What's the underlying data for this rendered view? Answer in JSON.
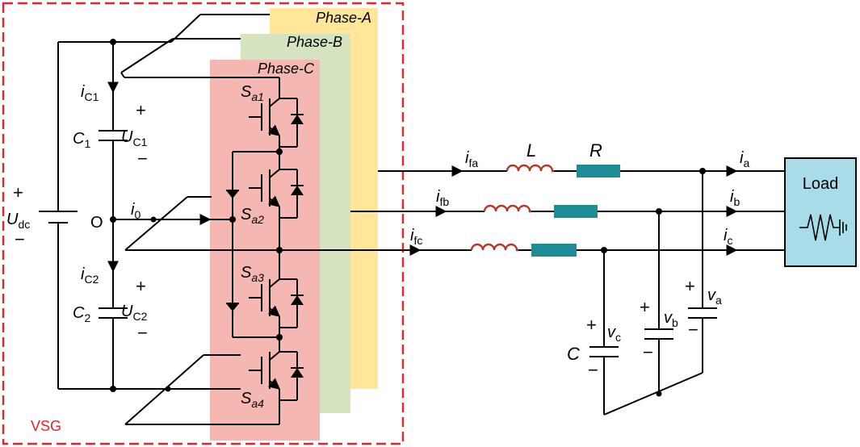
{
  "phase_labels": {
    "a": "Phase-A",
    "b": "Phase-B",
    "c": "Phase-C"
  },
  "vsg_label": "VSG",
  "dc": {
    "sign_plus": "+",
    "sign_minus": "−",
    "U": "U",
    "U_sub": "dc",
    "node_O": "O"
  },
  "upper_cap": {
    "i": "i",
    "i_sub": "C1",
    "C": "C",
    "C_sub": "1",
    "U": "U",
    "U_sub": "C1",
    "plus": "+",
    "minus": "−"
  },
  "lower_cap": {
    "i": "i",
    "i_sub": "C2",
    "C": "C",
    "C_sub": "2",
    "U": "U",
    "U_sub": "C2",
    "plus": "+",
    "minus": "−"
  },
  "neutral_current": {
    "i": "i",
    "i_sub": "0"
  },
  "switches": [
    {
      "S": "S",
      "sub": "a1"
    },
    {
      "S": "S",
      "sub": "a2"
    },
    {
      "S": "S",
      "sub": "a3"
    },
    {
      "S": "S",
      "sub": "a4"
    }
  ],
  "filter": {
    "L": "L",
    "R": "R",
    "C": "C"
  },
  "filter_currents": [
    {
      "i": "i",
      "sub": "fa"
    },
    {
      "i": "i",
      "sub": "fb"
    },
    {
      "i": "i",
      "sub": "fc"
    }
  ],
  "load_currents": [
    {
      "i": "i",
      "sub": "a"
    },
    {
      "i": "i",
      "sub": "b"
    },
    {
      "i": "i",
      "sub": "c"
    }
  ],
  "voltages": [
    {
      "v": "v",
      "sub": "a",
      "plus": "+",
      "minus": "−"
    },
    {
      "v": "v",
      "sub": "b",
      "plus": "+",
      "minus": "−"
    },
    {
      "v": "v",
      "sub": "c",
      "plus": "+",
      "minus": "−"
    }
  ],
  "load": {
    "label": "Load"
  },
  "colors": {
    "phase_a_fill": "#FFE699",
    "phase_b_fill": "#D5E3BE",
    "phase_c_fill": "#F4B7B2",
    "vsg_border": "#E8242B",
    "inductor": "#B0382A",
    "resistor": "#1E8C96",
    "load_fill": "#A7DCE8"
  }
}
